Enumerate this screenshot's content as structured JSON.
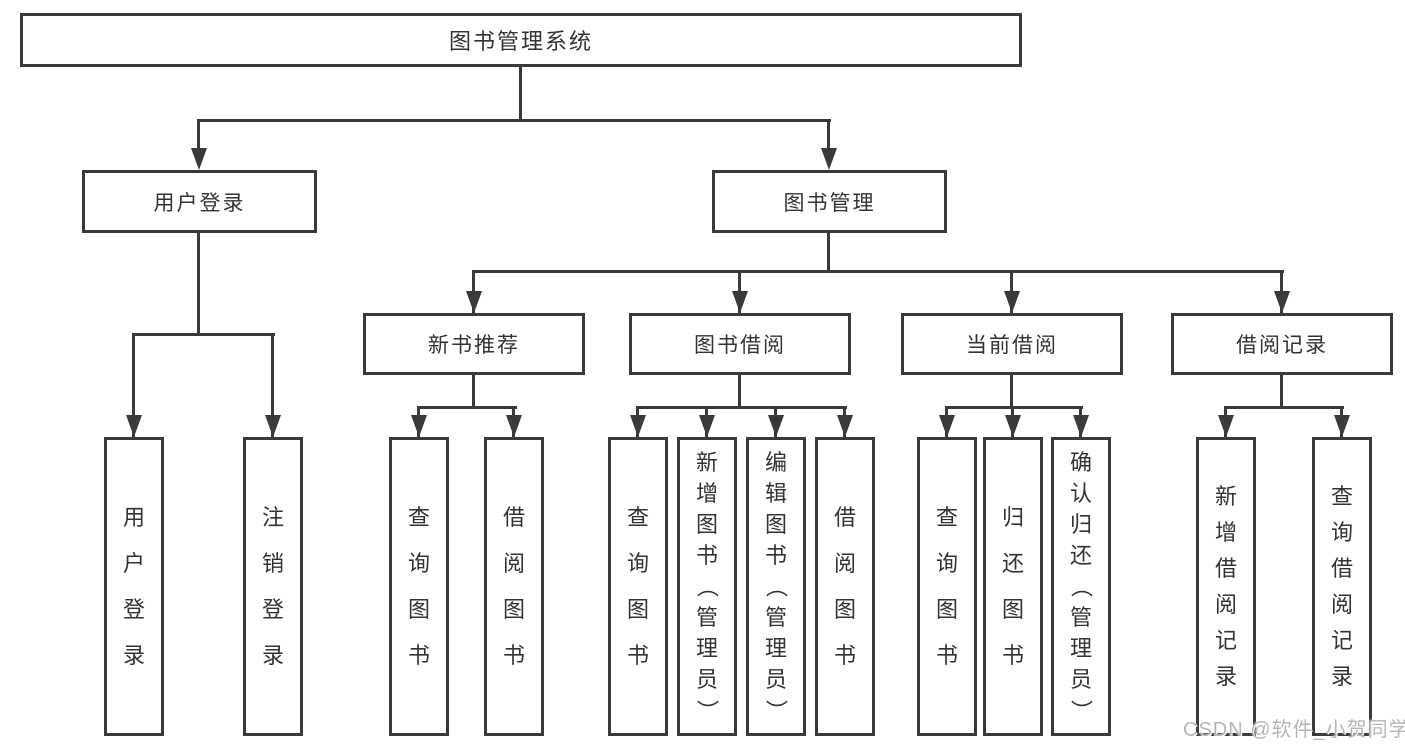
{
  "colors": {
    "line": "#3a3a3a",
    "text": "#333333",
    "background": "#ffffff",
    "watermark": "#b5b5b5"
  },
  "tree": {
    "root": "图书管理系统",
    "user_login": {
      "label": "用户登录",
      "children": [
        "用户登录",
        "注销登录"
      ]
    },
    "book_management": {
      "label": "图书管理",
      "sections": {
        "new_book_recommendation": {
          "label": "新书推荐",
          "children": [
            "查询图书",
            "借阅图书"
          ]
        },
        "book_borrowing": {
          "label": "图书借阅",
          "children": [
            "查询图书",
            "新增图书（管理员）",
            "编辑图书（管理员）",
            "借阅图书"
          ]
        },
        "current_borrowing": {
          "label": "当前借阅",
          "children": [
            "查询图书",
            "归还图书",
            "确认归还（管理员）"
          ]
        },
        "borrowing_records": {
          "label": "借阅记录",
          "children": [
            "新增借阅记录",
            "查询借阅记录"
          ]
        }
      }
    }
  },
  "watermark": "CSDN @软件_小贺同学"
}
